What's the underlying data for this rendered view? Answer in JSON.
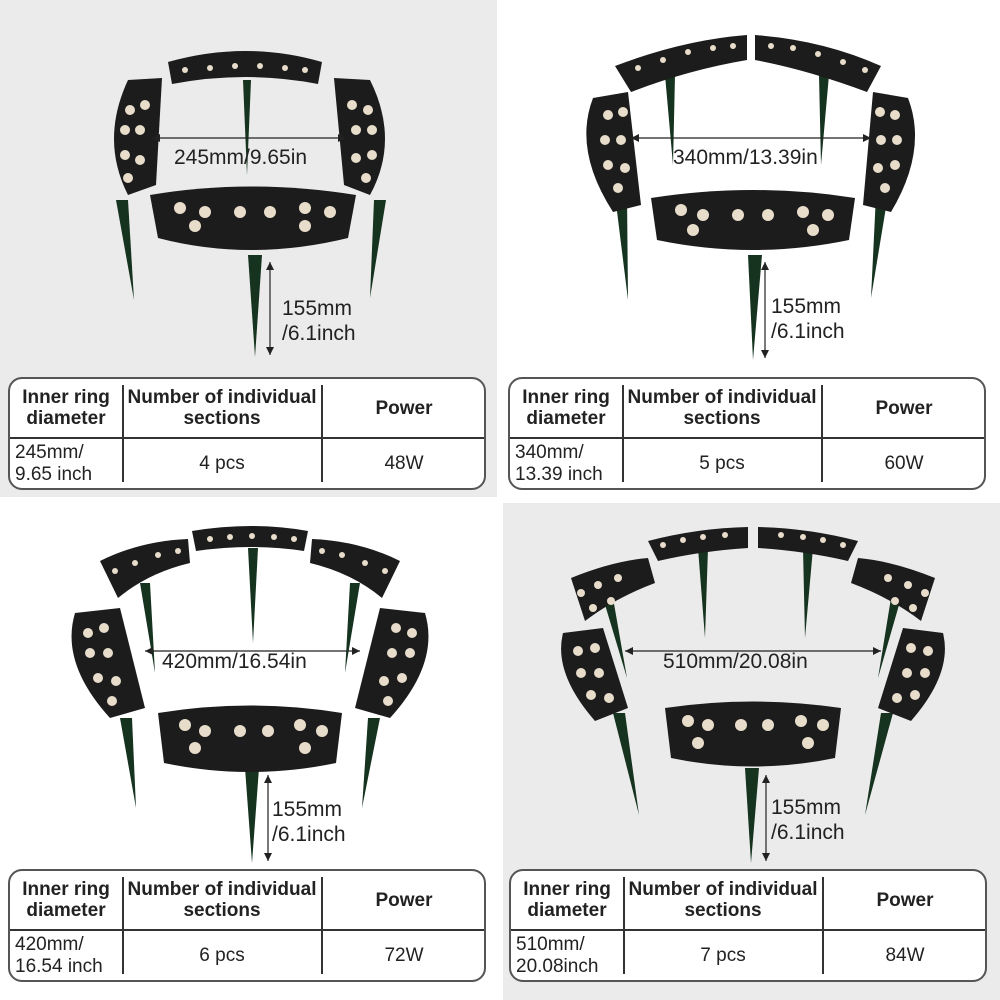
{
  "table_headers": {
    "inner_ring_diameter": "Inner ring diameter",
    "number_of_sections": "Number of individual sections",
    "power": "Power"
  },
  "products": [
    {
      "diameter_label": "245mm/9.65in",
      "height_label": "155mm /6.1inch",
      "diameter_cell": "245mm/ 9.65 inch",
      "sections": "4 pcs",
      "power": "48W"
    },
    {
      "diameter_label": "340mm/13.39in",
      "height_label": "155mm /6.1inch",
      "diameter_cell": "340mm/ 13.39 inch",
      "sections": "5 pcs",
      "power": "60W"
    },
    {
      "diameter_label": "420mm/16.54in",
      "height_label": "155mm /6.1inch",
      "diameter_cell": "420mm/ 16.54 inch",
      "sections": "6 pcs",
      "power": "72W"
    },
    {
      "diameter_label": "510mm/20.08in",
      "height_label": "155mm /6.1inch",
      "diameter_cell": "510mm/ 20.08inch",
      "sections": "7 pcs",
      "power": "84W"
    }
  ],
  "colors": {
    "fixture": "#1c1c1c",
    "led": "#e8dccb",
    "stake": "#15331f"
  }
}
